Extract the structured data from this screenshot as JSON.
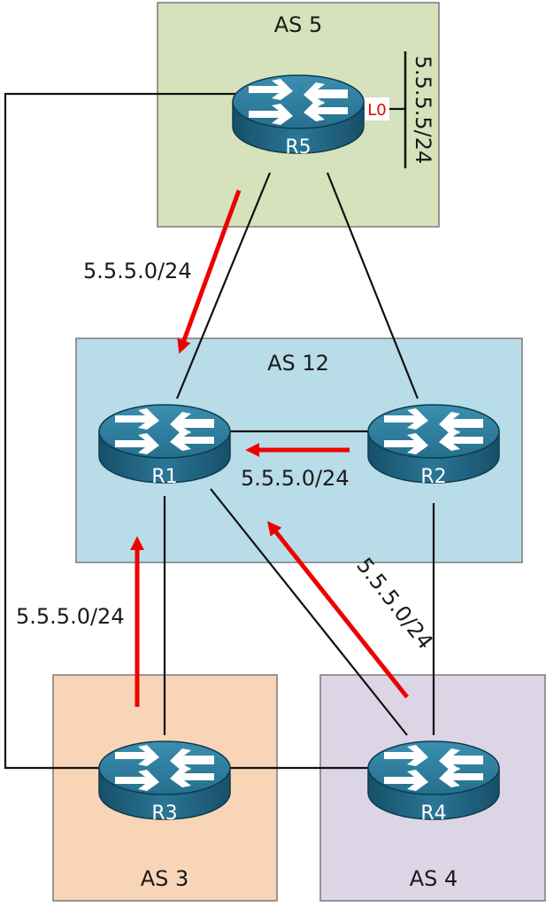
{
  "as_boxes": {
    "as5": {
      "label": "AS 5",
      "fill": "#d5e2bc"
    },
    "as12": {
      "label": "AS 12",
      "fill": "#b8dce8"
    },
    "as3": {
      "label": "AS 3",
      "fill": "#f9d5b8"
    },
    "as4": {
      "label": "AS 4",
      "fill": "#dcd5e6"
    }
  },
  "routers": {
    "r1": {
      "name": "R1"
    },
    "r2": {
      "name": "R2"
    },
    "r3": {
      "name": "R3"
    },
    "r4": {
      "name": "R4"
    },
    "r5": {
      "name": "R5"
    }
  },
  "loopback": {
    "interface": "L0",
    "prefix": "5.5.5.5/24"
  },
  "advertisements": {
    "r5_to_r1": "5.5.5.0/24",
    "r2_to_r1": "5.5.5.0/24",
    "r3_to_r1": "5.5.5.0/24",
    "r4_to_r1": "5.5.5.0/24"
  },
  "colors": {
    "router_top": "#2f7d9c",
    "router_side": "#1d5f7c",
    "arrow": "#ee0000",
    "link": "#111111"
  }
}
